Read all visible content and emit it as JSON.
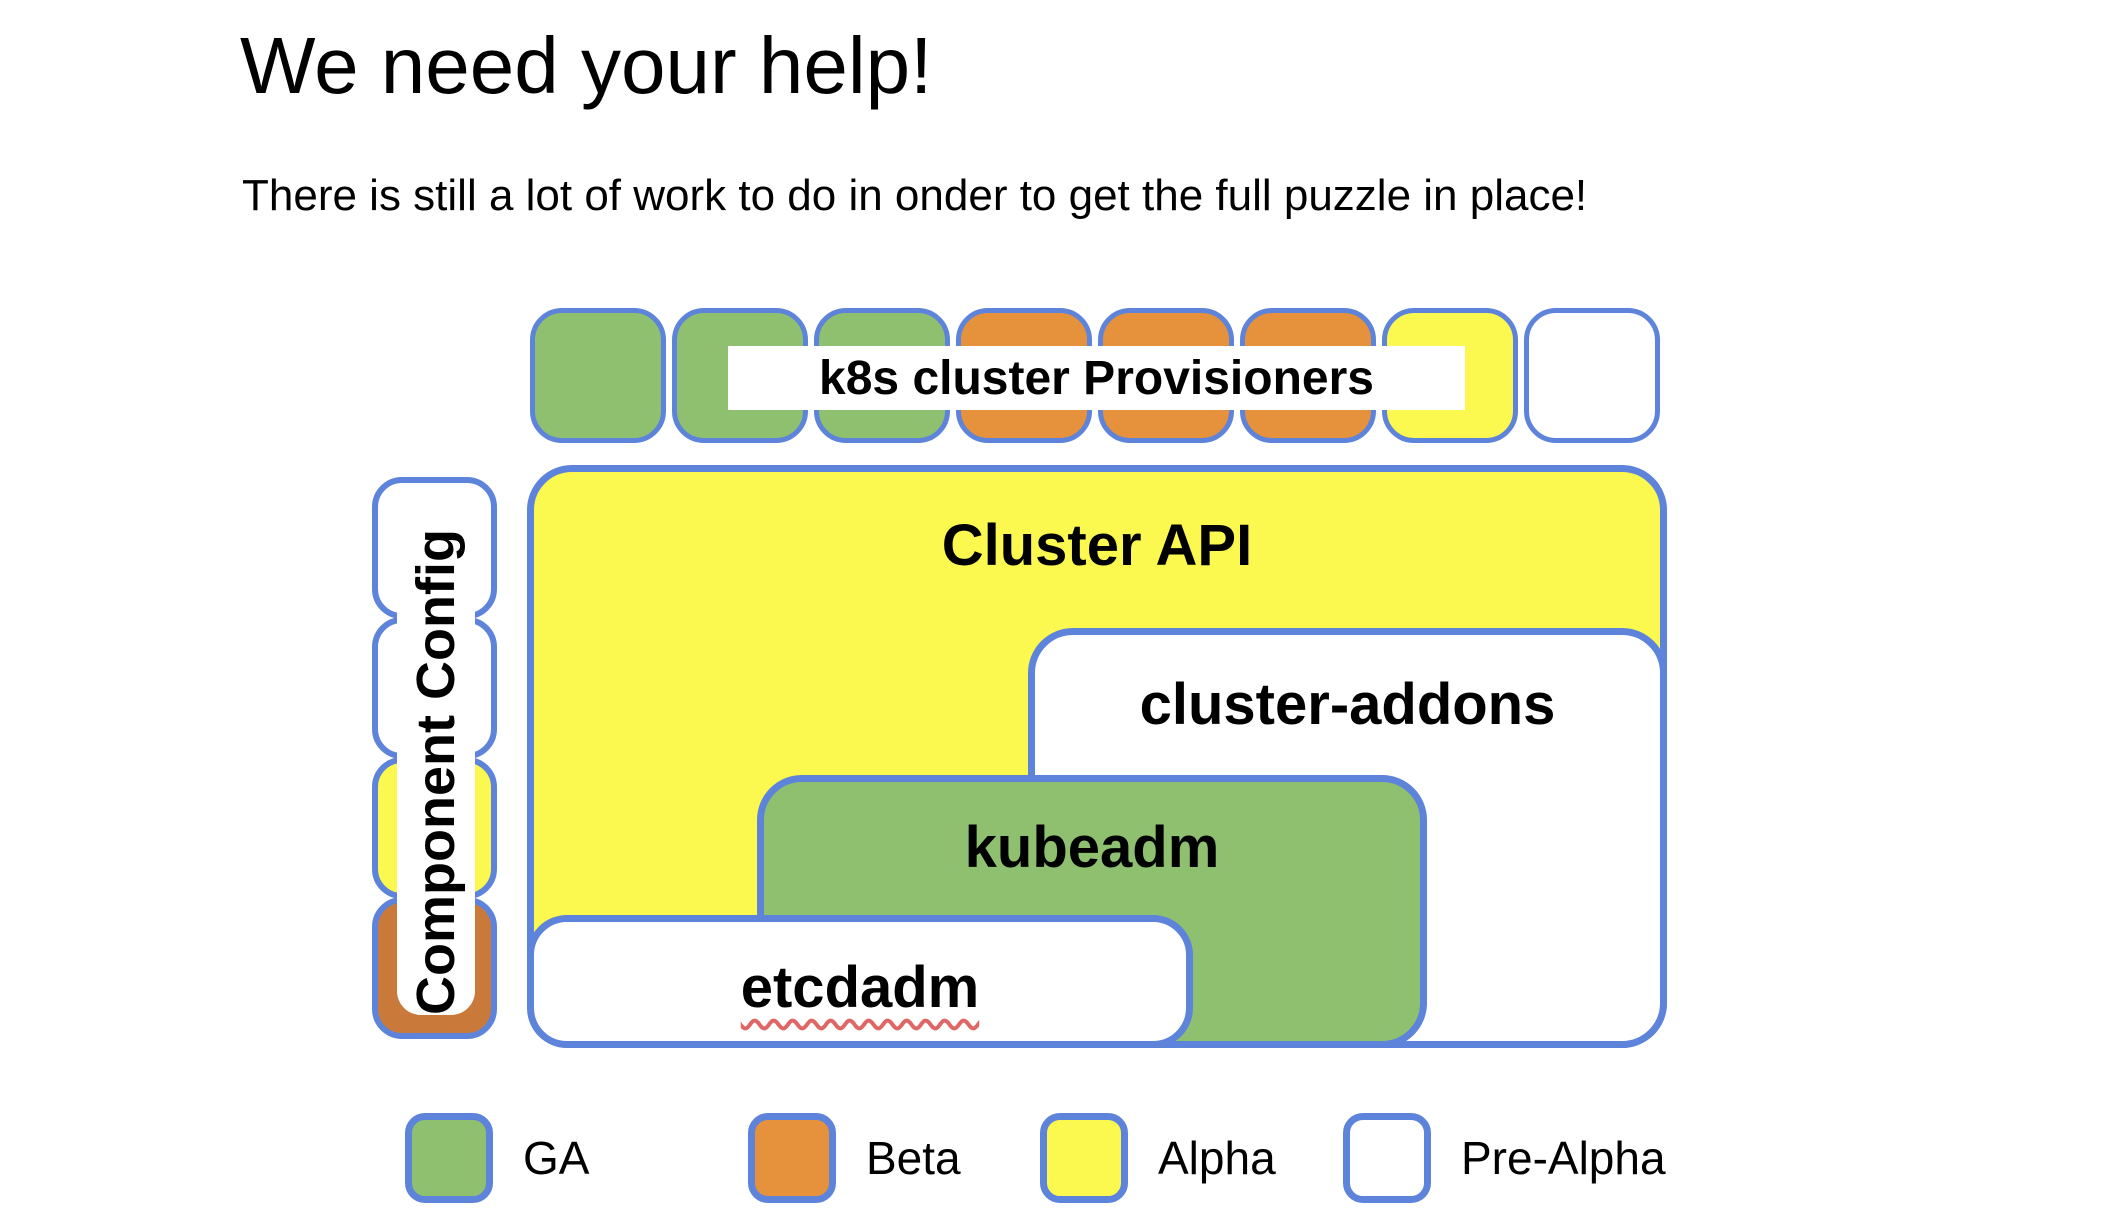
{
  "slide": {
    "title": "We need your help!",
    "subtitle": "There is still a lot of work to do in onder to get the full puzzle in place!"
  },
  "colors": {
    "border_blue": "#5d83da",
    "spellcheck_red": "#e06666",
    "column_beta_orange": "#c97a3b",
    "status_colors": {
      "GA": "#8fc06f",
      "Beta": "#e6913b",
      "Alpha": "#fbf84f",
      "Pre-Alpha": "#ffffff"
    }
  },
  "puzzle": {
    "provisioners_label": "k8s cluster Provisioners",
    "top_row_pieces": [
      "GA",
      "GA",
      "GA",
      "Beta",
      "Beta",
      "Beta",
      "Alpha",
      "Pre-Alpha"
    ],
    "component_config": {
      "label": "Component Config",
      "box_statuses": [
        "Pre-Alpha",
        "Pre-Alpha",
        "Alpha",
        "Beta"
      ],
      "box_colors": [
        "#ffffff",
        "#ffffff",
        "#fbf84f",
        "#c97a3b"
      ]
    },
    "boxes": {
      "cluster_api": {
        "label": "Cluster API",
        "status": "Alpha"
      },
      "cluster_addons": {
        "label": "cluster-addons",
        "status": "Pre-Alpha"
      },
      "kubeadm": {
        "label": "kubeadm",
        "status": "GA"
      },
      "etcdadm": {
        "label": "etcdadm",
        "status": "Pre-Alpha"
      }
    }
  },
  "legend": {
    "items": [
      {
        "label": "GA",
        "color": "#8fc06f"
      },
      {
        "label": "Beta",
        "color": "#e6913b"
      },
      {
        "label": "Alpha",
        "color": "#fbf84f"
      },
      {
        "label": "Pre-Alpha",
        "color": "#ffffff"
      }
    ]
  }
}
